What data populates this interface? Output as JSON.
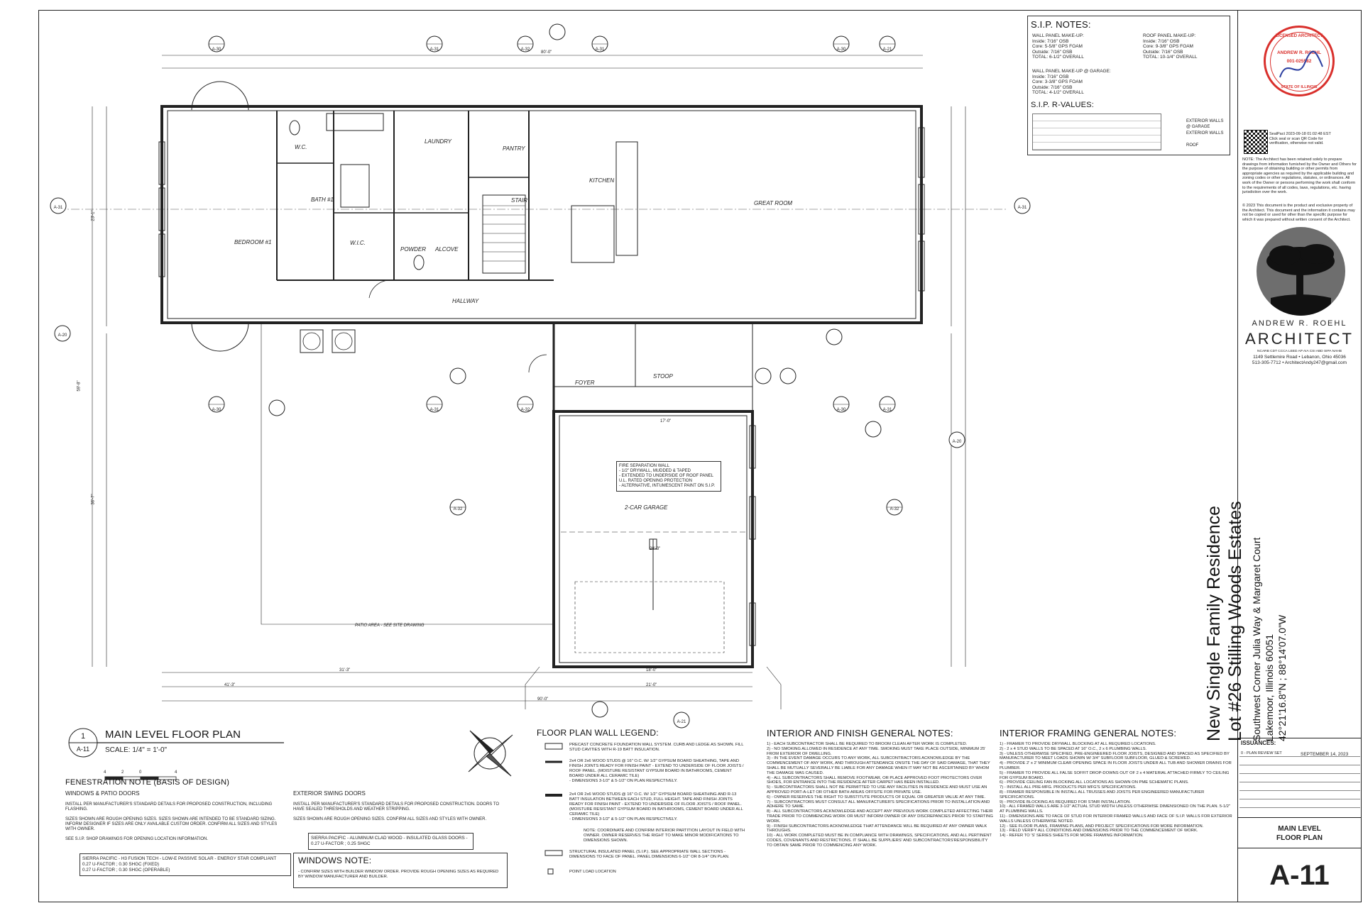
{
  "sip_notes": {
    "title": "S.I.P. NOTES:",
    "wall_panel": "WALL PANEL MAKE-UP:\nInside: 7/16\" OSB\nCore: 5-5/8\" GPS FOAM\nOutside: 7/16\" OSB\nTOTAL: 6-1/2\" OVERALL",
    "roof_panel": "ROOF PANEL MAKE-UP:\nInside: 7/16\" OSB\nCore: 9-3/8\" GPS FOAM\nOutside: 7/16\" OSB\nTOTAL: 10-1/4\" OVERALL",
    "garage_panel": "WALL PANEL MAKE-UP @ GARAGE:\nInside: 7/16\" OSB\nCore: 3-3/8\" GPS FOAM\nOutside: 7/16\" OSB\nTOTAL: 4-1/2\" OVERALL",
    "rvalues_title": "S.I.P. R-VALUES:",
    "rvalue_labels": [
      "EXTERIOR WALLS @ GARAGE",
      "EXTERIOR WALLS",
      "ROOF"
    ]
  },
  "seal": {
    "ring": "LICENSED ARCHITECT",
    "name": "ANDREW R. ROEHL",
    "number": "001-025582",
    "state": "STATE OF ILLINOIS"
  },
  "qr_caption": "SealPact 2023-09-18 01:02:48 EST\nClick seal or scan QR Code for\nverification, otherwise not valid.",
  "note": "NOTE: The Architect has been retained solely to prepare drawings from information furnished by the Owner and Others for the purpose of obtaining building or other permits from appropriate agencies as required by the applicable building and zoning codes or other regulations, statutes, or ordinances. All work of the Owner or persons performing the work shall conform to the requirements of all codes, laws, regulations, etc. having jurisdiction over the work.",
  "copyright": "© 2023 This document is the product and exclusive property of the Architect. This document and the information it contains may not be copied or used for other than the specific purpose for which it was prepared without written consent of the Architect.",
  "firm": {
    "name": "ANDREW R. ROEHL",
    "type": "ARCHITECT",
    "creds": "NCARB CDT CCCA LEED AP AIA CSI ABD SIPA NAHB",
    "address": "1149 Settlemire Road • Lebanon, Ohio 45036",
    "contact": "513-305-7712 • ArchitectAndy247@gmail.com"
  },
  "project": {
    "line1": "New Single Family Residence",
    "line2": "Lot #26 Stilling Woods Estates",
    "loc1": "Southwest Corner Julia Way & Margaret Court",
    "loc2": "Lakemoor, Illinois 60051",
    "coords": "42°21'16.8\"N ; 88°14'07.0\"W"
  },
  "issuances": {
    "title": "ISSUANCES:",
    "item": "0 - PLAN REVIEW SET",
    "date": "SEPTEMBER 14, 2023"
  },
  "sheet": {
    "title1": "MAIN LEVEL",
    "title2": "FLOOR PLAN",
    "number": "A-11"
  },
  "drawing": {
    "num": "1",
    "sheet": "A-11",
    "title": "MAIN LEVEL FLOOR PLAN",
    "scale": "SCALE: 1/4\" = 1'-0\"",
    "scale_ticks": [
      "4",
      "2",
      "0",
      "4"
    ]
  },
  "rooms": {
    "bedroom": "BEDROOM #1",
    "bath": "BATH #1",
    "wc": "W.C.",
    "wic": "W.I.C.",
    "laundry": "LAUNDRY",
    "pantry": "PANTRY",
    "stair": "STAIR",
    "kitchen": "KITCHEN",
    "great": "GREAT ROOM",
    "powder": "POWDER",
    "alcove": "ALCOVE",
    "hallway": "HALLWAY",
    "foyer": "FOYER",
    "stoop": "STOOP",
    "garage": "2-CAR GARAGE",
    "patio": "PATIO AREA - SEE SITE DRAWING",
    "fire_wall": "FIRE SEPARATION WALL\n- 1/2\" DRYWALL, MUDDED & TAPED\n- EXTENDED TO UNDERSIDE OF ROOF PANEL\nU.L. RATED OPENING PROTECTION\n- ALTERNATIVE, INTUMESCENT PAINT ON S.I.P."
  },
  "dims": {
    "overall_top": "80'-0\"",
    "overall_bottom": "90'-0\"",
    "bottom_a": "41'-3\"",
    "bottom_b": "31'-3\"",
    "bottom_c": "21'-0\"",
    "bottom_d": "18'-0\"",
    "left_total": "59'-8\"",
    "left_upper": "23'-1\"",
    "left_lower": "36'-7\"",
    "garage_w": "17'-0\"",
    "garage_inner": "28'-3\""
  },
  "legend": {
    "title": "FLOOR PLAN WALL LEGEND:",
    "items": [
      "PRECAST CONCRETE FOUNDATION WALL SYSTEM. CURB AND LEDGE AS SHOWN. FILL STUD CAVITIES WITH R-19 BATT INSULATION.",
      "2x4 OR 2x6 WOOD STUDS @ 16\" O.C. W/ 1/2\" GYPSUM BOARD SHEATHING, TAPE AND FINISH JOINTS READY FOR FINISH PAINT - EXTEND TO UNDERSIDE OF FLOOR JOISTS / ROOF PANEL. (MOISTURE RESISTANT GYPSUM BOARD IN BATHROOMS, CEMENT BOARD UNDER ALL CERAMIC TILE)\n- DIMENSIONS 3-1/2\" & 5-1/2\" ON PLAN RESPECTIVELY.",
      "2x4 OR 2x6 WOOD STUDS @ 16\" O.C. W/ 1/2\" GYPSUM BOARD SHEATHING AND R-13 BATT INSULATION BETWEEN EACH STUD, FULL HEIGHT. TAPE AND FINISH JOINTS READY FOR FINISH PAINT - EXTEND TO UNDERSIDE OF FLOOR JOISTS / ROOF PANEL. (MOISTURE RESISTANT GYPSUM BOARD IN BATHROOMS, CEMENT BOARD UNDER ALL CERAMIC TILE)\n- DIMENSIONS 3-1/2\" & 5-1/2\" ON PLAN RESPECTIVELY.",
      "NOTE: COORDINATE AND CONFIRM INTERIOR PARTITION LAYOUT IN FIELD WITH OWNER. OWNER RESERVES THE RIGHT TO MAKE MINOR MODIFICATIONS TO DIMENSIONS SHOWN.",
      "STRUCTURAL INSULATED PANEL (S.I.P.). SEE APPROPRIATE WALL SECTIONS - DIMENSIONS TO FACE OF PANEL. PANEL DIMENSIONS 6-1/2\" OR 8-1/4\" ON PLAN.",
      "POINT LOAD LOCATION"
    ]
  },
  "interior_notes": {
    "title": "INTERIOR AND FINISH GENERAL NOTES:",
    "text": "1) - EACH SUBCONTRACTOR SHALL BE REQUIRED TO BROOM CLEAN AFTER WORK IS COMPLETED.\n2) - NO SMOKING ALLOWED IN RESIDENCE AT ANY TIME. SMOKING MUST TAKE PLACE OUTSIDE, MINIMUM 25' FROM EXTERIOR OF DWELLING.\n3) - IN THE EVENT DAMAGE OCCURS TO ANY WORK, ALL SUBCONTRACTORS ACKNOWLEDGE BY THE COMMENCEMENT OF ANY WORK, AND THROUGH ATTENDANCE ONSITE THE DAY OF SAID DAMAGE, THAT THEY SHALL BE MUTUALLY SEVERALLY BE LIABLE FOR ANY DAMAGE WHEN IT MAY NOT BE ASCERTAINED BY WHOM THE DAMAGE WAS CAUSED.\n4) - ALL SUBCONTRACTORS SHALL REMOVE FOOTWEAR, OR PLACE APPROVED FOOT PROTECTORS OVER SHOES, FOR ENTRANCE INTO THE RESIDENCE AFTER CARPET HAS BEEN INSTALLED.\n5) - SUBCONTRACTORS SHALL NOT BE PERMITTED TO USE ANY FACILITIES IN RESIDENCE AND MUST USE AN APPROVED PORT-A-LET OR OTHER BATH AREAS OFFSITE FOR PRIVATE USE.\n6) - OWNER RESERVES THE RIGHT TO SUBSTITUTE PRODUCTS OF EQUAL OR GREATER VALUE AT ANY TIME.\n7) - SUBCONTRACTORS MUST CONSULT ALL MANUFACTURER'S SPECIFICATIONS PRIOR TO INSTALLATION AND ADHERE TO SAME.\n8) - ALL SUBCONTRACTORS ACKNOWLEDGE AND ACCEPT ANY PREVIOUS WORK COMPLETED AFFECTING THEIR TRADE PRIOR TO COMMENCING WORK OR MUST INFORM OWNER OF ANY DISCREPANCIES PRIOR TO STARTING WORK.\n9) - FINISH SUBCONTRACTORS ACKNOWLEDGE THAT ATTENDANCE WILL BE REQUIRED AT ANY OWNER WALK THROUGHS.\n10) - ALL WORK COMPLETED MUST BE IN COMPLIANCE WITH DRAWINGS, SPECIFICATIONS, AND ALL PERTINENT CODES, COVENANTS AND RESTRICTIONS. IT SHALL BE SUPPLIERS' AND SUBCONTRACTORS'RESPONSIBILITY TO OBTAIN SAME PRIOR TO COMMENCING ANY WORK."
  },
  "framing_notes": {
    "title": "INTERIOR FRAMING GENERAL NOTES:",
    "text": "1) - FRAMER TO PROVIDE DRYWALL BLOCKING AT ALL REQUIRED LOCATIONS.\n2) - 2 x 4 STUD WALLS TO BE SPACED AT 16\" O.C., 2 x 6 PLUMBING WALLS.\n3) - UNLESS OTHERWISE SPECIFIED, PRE-ENGINEERED FLOOR JOISTS, DESIGNED AND SPACED AS SPECIFIED BY MANUFACTURER TO MEET LOADS SHOWN W/ 3/4\" SUBFLOOR SUBFLOOR, GLUED & SCREWED.\n4) - PROVIDE 2' x 2' MINIMUM CLEAR OPENING SPACE IN FLOOR JOISTS UNDER ALL TUB AND SHOWER DRAINS FOR PLUMBER.\n5) - FRAMER TO PROVIDE ALL FALSE SOFFIT DROP-DOWNS OUT OF 2 x 4 MATERIAL ATTACHED FIRMLY TO CEILING FOR GYPSUM BOARD.\n6) - PROVIDE CEILING FAN BLOCKING ALL LOCATIONS AS SHOWN ON PME SCHEMATIC PLANS.\n7) - INSTALL ALL PRE-MFG. PRODUCTS PER MFG'S SPECIFICATIONS.\n8) - FRAMER RESPONSIBLE IN INSTALL ALL TRUSSES AND JOISTS PER ENGINEERED MANUFACTURER SPECIFICATIONS.\n9) - PROVIDE BLOCKING AS REQUIRED FOR STAIR INSTALLATION.\n10) - ALL FRAMED WALLS ARE 3-1/2\" ACTUAL STUD WIDTH UNLESS OTHERWISE DIMENSIONED ON THE PLAN. 5-1/2\" AT PLUMBING WALLS.\n11) - DIMENSIONS ARE TO FACE OF STUD FOR INTERIOR FRAMED WALLS AND FACE OF S.I.P. WALLS FOR EXTERIOR WALLS UNLESS OTHERWISE NOTED.\n12) - SEE FLOOR PLANS, FRAMING PLANS, AND PROJECT SPECIFICATIONS FOR MORE INFORMATION.\n13) - FIELD VERIFY ALL CONDITIONS AND DIMENSIONS PRIOR TO THE COMMENCEMENT OF WORK.\n14) - REFER TO 'S' SERIES SHEETS FOR MORE FRAMING INFORMATION."
  },
  "fenestration": {
    "title": "FENESTRATION NOTE (BASIS OF DESIGN)",
    "windows_title": "WINDOWS & PATIO DOORS",
    "windows_text": "INSTALL PER MANUFACTURER'S STANDARD DETAILS FOR PROPOSED CONSTRUCTION, INCLUDING FLASHING.\n\nSIZES SHOWN ARE ROUGH OPENING SIZES. SIZES SHOWN ARE INTENDED TO BE STANDARD SIZING. INFORM DESIGNER IF SIZES ARE ONLY AVAILABLE CUSTOM ORDER. CONFIRM ALL SIZES AND STYLES WITH OWNER.\n\nSEE S.I.P. SHOP DRAWINGS FOR OPENING LOCATION INFORMATION.",
    "windows_spec": "SIERRA PACIFIC - H3 FUSION TECH - LOW-E PASSIVE SOLAR - ENERGY STAR COMPLIANT\n0.27 U-FACTOR ; 0.30 SHGC (FIXED)\n0.27 U-FACTOR ; 0.30 SHGC (OPERABLE)",
    "doors_title": "EXTERIOR SWING DOORS",
    "doors_text": "INSTALL PER MANUFACTURER'S STANDARD DETAILS FOR PROPOSED CONSTRUCTION. DOORS TO HAVE SEALED THRESHOLDS AND WEATHER STRIPPING.\n\nSIZES SHOWN ARE ROUGH OPENING SIZES. CONFIRM ALL SIZES AND STYLES WITH OWNER.",
    "doors_spec": "SIERRA PACIFIC - ALUMINUM CLAD WOOD - INSULATED GLASS DOORS -\n0.27 U-FACTOR ; 0.25 SHGC",
    "wn_title": "WINDOWS NOTE:",
    "wn_text": "- CONFIRM SIZES WITH BUILDER WINDOW ORDER. PROVIDE ROUGH OPENING SIZES AS REQUIRED BY WINDOW MANUFACTURER AND BUILDER."
  },
  "section_tags": [
    "A-30",
    "A-31",
    "A-32",
    "A-20",
    "A-21"
  ],
  "colors": {
    "line": "#222222",
    "seal": "#d9302c",
    "text": "#111111"
  }
}
